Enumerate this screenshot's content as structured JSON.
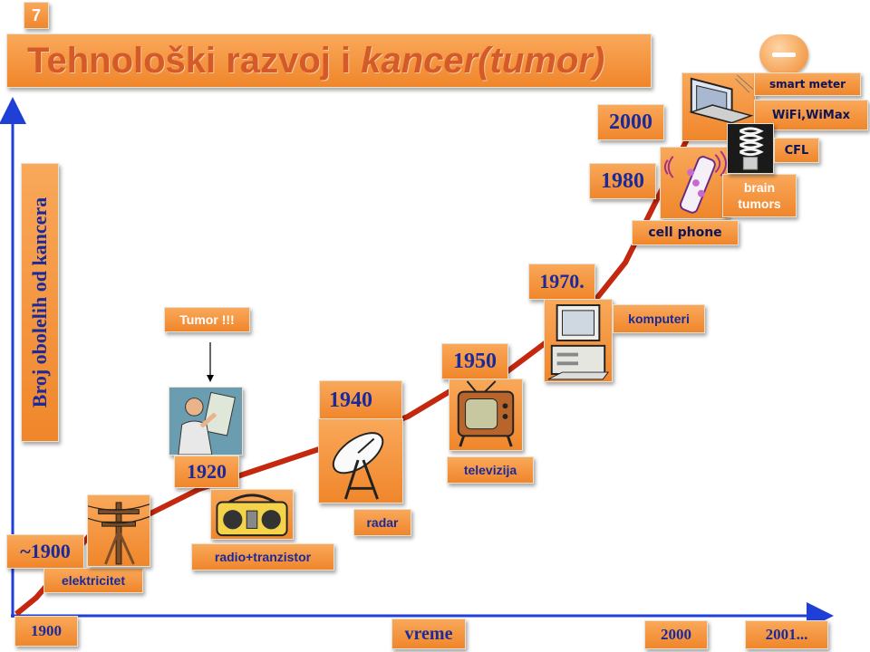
{
  "slide_number": "7",
  "title": {
    "main": "Tehnološki razvoj i ",
    "italic": "kancer(tumor)"
  },
  "y_axis_label": "Broj obolelih od kancera",
  "x_axis_label": "vreme",
  "axis_ticks": {
    "start": "1900",
    "mid": "2000",
    "end": "2001..."
  },
  "years": {
    "y1900": "~1900",
    "y1920": "1920",
    "y1940": "1940",
    "y1950": "1950",
    "y1970": "1970.",
    "y1980": "1980",
    "y2000": "2000"
  },
  "labels": {
    "elektricitet": "elektricitet",
    "radio": "radio+tranzistor",
    "radar": "radar",
    "televizija": "televizija",
    "komputeri": "komputeri",
    "cell_phone": "cell phone",
    "brain_tumors": "brain tumors",
    "cfl": "CFL",
    "wifi": "WiFi,WiMax",
    "smart_meter": "smart meter",
    "tumor": "Tumor !!!"
  },
  "colors": {
    "axis": "#1f3fd6",
    "trend": "#c4280f",
    "box": "#f0862b",
    "text": "#1b2a9a"
  }
}
